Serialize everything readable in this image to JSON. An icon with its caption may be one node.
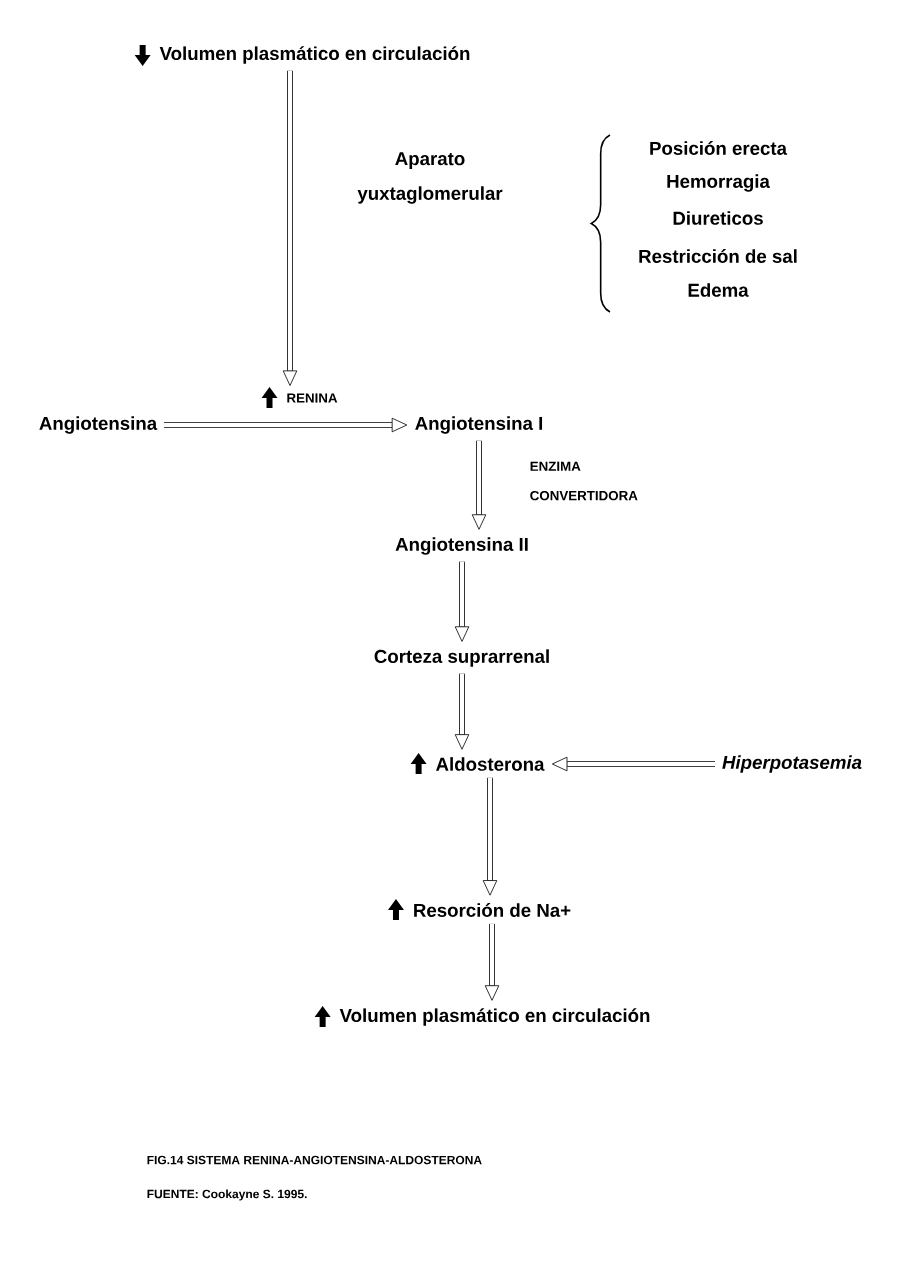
{
  "diagram": {
    "caption": "FIG.14 SISTEMA RENINA-ANGIOTENSINA-ALDOSTERONA",
    "nodes": [
      {
        "text": [
          "Volumen plasmático en circulación"
        ]
      },
      {
        "text": [
          "RENINA"
        ]
      },
      {
        "text": [
          "Angiotensina"
        ]
      },
      {
        "text": [
          "Angiotensina I"
        ]
      },
      {
        "text": [
          "Angiotensina II"
        ]
      },
      {
        "text": [
          "Corteza suprarrenal"
        ]
      },
      {
        "text": [
          "Aldosterona"
        ]
      },
      {
        "text": [
          "Hiperpotasemia"
        ]
      },
      {
        "text": [
          "Resorción de Na+"
        ]
      },
      {
        "text": [
          "Volumen plasmático en circulación"
        ]
      }
    ],
    "edges": [
      {
        "from": 0,
        "to": 1,
        "arrow": "to",
        "label": "Aparato yuxtaglomerular"
      },
      {
        "from": 2,
        "to": 3,
        "arrow": "to"
      },
      {
        "from": 3,
        "to": 4,
        "arrow": "to",
        "label": "ENZIMA CONVERTIDORA"
      },
      {
        "from": 4,
        "to": 5,
        "arrow": "to"
      },
      {
        "from": 5,
        "to": 6,
        "arrow": "to"
      },
      {
        "from": 7,
        "to": 6,
        "arrow": "to"
      },
      {
        "from": 6,
        "to": 8,
        "arrow": "to"
      },
      {
        "from": 8,
        "to": 9,
        "arrow": "to"
      }
    ],
    "labels": [
      "Posición erecta",
      "Hemorragia",
      "Diureticos",
      "Restricción de sal",
      "Edema",
      "FUENTE: Cookayne S. 1995."
    ]
  }
}
